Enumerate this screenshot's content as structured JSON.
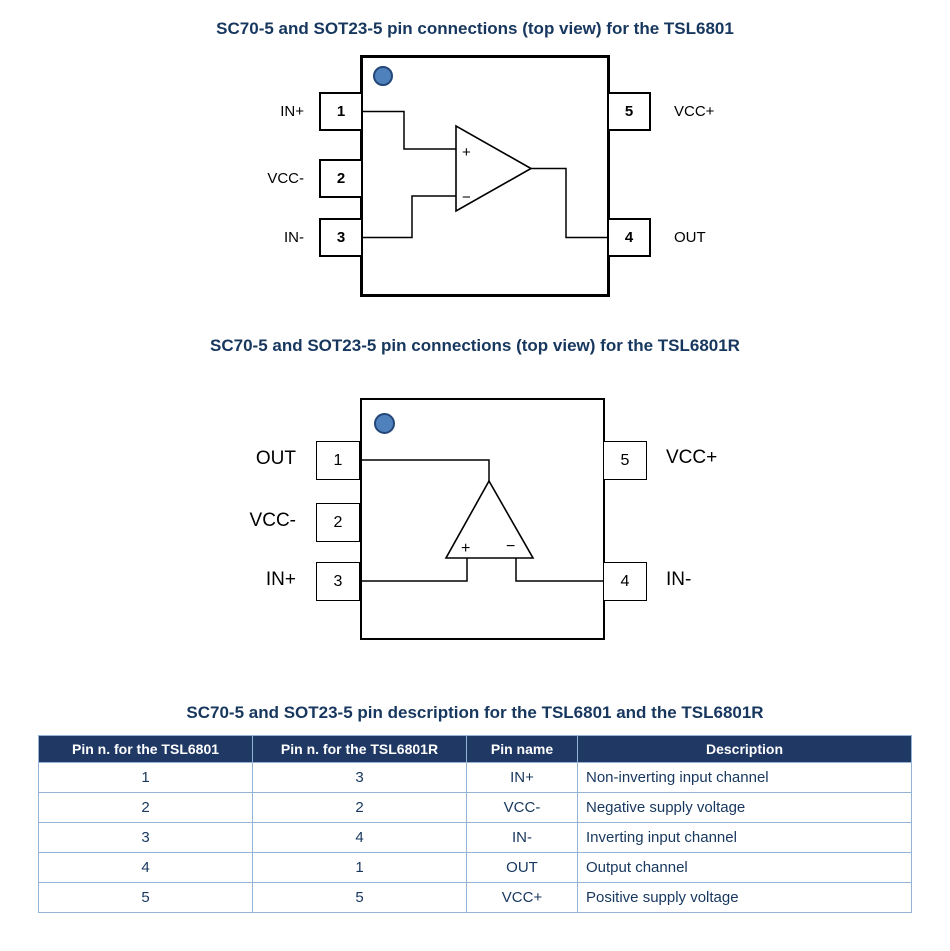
{
  "colors": {
    "title_text": "#17375E",
    "table_header_bg": "#1F3864",
    "table_header_text": "#FFFFFF",
    "table_border": "#95B3D7",
    "table_body_text": "#17375E",
    "pin_marker_fill": "#4F81BD",
    "pin_marker_ring": "#24477A",
    "diagram_line": "#000000"
  },
  "section1": {
    "title": "SC70-5 and SOT23-5 pin connections (top view) for the TSL6801",
    "left_pins": [
      {
        "number": "1",
        "label": "IN+"
      },
      {
        "number": "2",
        "label": "VCC-"
      },
      {
        "number": "3",
        "label": "IN-"
      }
    ],
    "right_pins": [
      {
        "number": "5",
        "label": "VCC+"
      },
      {
        "number": "4",
        "label": "OUT"
      }
    ],
    "opamp": {
      "plus": "+",
      "minus": "−"
    }
  },
  "section2": {
    "title": "SC70-5 and SOT23-5 pin connections (top view) for the TSL6801R",
    "left_pins": [
      {
        "number": "1",
        "label": "OUT"
      },
      {
        "number": "2",
        "label": "VCC-"
      },
      {
        "number": "3",
        "label": "IN+"
      }
    ],
    "right_pins": [
      {
        "number": "5",
        "label": "VCC+"
      },
      {
        "number": "4",
        "label": "IN-"
      }
    ],
    "opamp": {
      "plus": "+",
      "minus": "−"
    }
  },
  "table": {
    "title": "SC70-5 and SOT23-5 pin description for the TSL6801 and the TSL6801R",
    "headers": [
      "Pin n. for the TSL6801",
      "Pin n. for the TSL6801R",
      "Pin name",
      "Description"
    ],
    "rows": [
      [
        "1",
        "3",
        "IN+",
        "Non-inverting input channel"
      ],
      [
        "2",
        "2",
        "VCC-",
        "Negative supply voltage"
      ],
      [
        "3",
        "4",
        "IN-",
        "Inverting input channel"
      ],
      [
        "4",
        "1",
        "OUT",
        "Output channel"
      ],
      [
        "5",
        "5",
        "VCC+",
        "Positive supply voltage"
      ]
    ]
  }
}
